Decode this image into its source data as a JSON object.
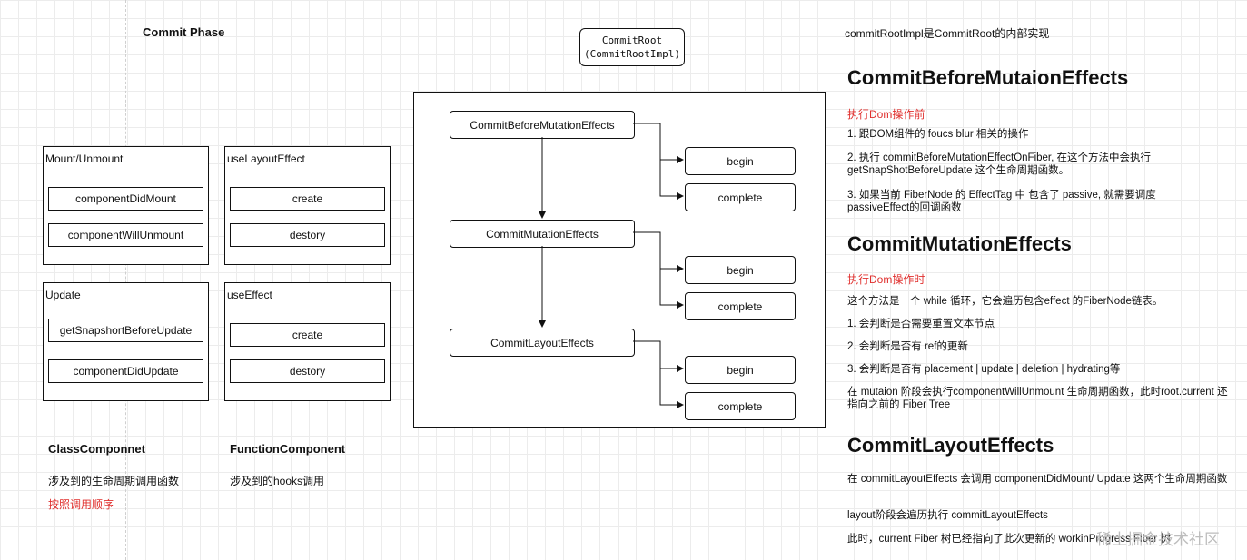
{
  "title": "Commit Phase",
  "root": {
    "line1": "CommitRoot",
    "line2": "(CommitRootImpl)"
  },
  "class_groups": {
    "mount": {
      "label": "Mount/Unmount",
      "items": [
        "componentDidMount",
        "componentWillUnmount"
      ]
    },
    "update": {
      "label": "Update",
      "items": [
        "getSnapshortBeforeUpdate",
        "componentDidUpdate"
      ]
    }
  },
  "function_groups": {
    "layout": {
      "label": "useLayoutEffect",
      "items": [
        "create",
        "destory"
      ]
    },
    "effect": {
      "label": "useEffect",
      "items": [
        "create",
        "destory"
      ]
    }
  },
  "phases": [
    {
      "label": "CommitBeforeMutationEffects",
      "begin": "begin",
      "complete": "complete"
    },
    {
      "label": "CommitMutationEffects",
      "begin": "begin",
      "complete": "complete"
    },
    {
      "label": "CommitLayoutEffects",
      "begin": "begin",
      "complete": "complete"
    }
  ],
  "class_caption": {
    "title": "ClassComponnet",
    "line1": "涉及到的生命周期调用函数",
    "line2": "按照调用顺序"
  },
  "function_caption": {
    "title": "FunctionComponent",
    "line1": "涉及到的hooks调用"
  },
  "notes": {
    "intro": "commitRootImpl是CommitRoot的内部实现",
    "before": {
      "heading": "CommitBeforeMutaionEffects",
      "tag": "执行Dom操作前",
      "p1": "1. 跟DOM组件的 foucs blur 相关的操作",
      "p2": "2. 执行 commitBeforeMutationEffectOnFiber, 在这个方法中会执行 getSnapShotBeforeUpdate 这个生命周期函数。",
      "p3": "3. 如果当前 FiberNode 的 EffectTag 中 包含了 passive, 就需要调度 passiveEffect的回调函数"
    },
    "mutation": {
      "heading": "CommitMutationEffects",
      "tag": "执行Dom操作时",
      "p1": "这个方法是一个 while 循环，它会遍历包含effect 的FiberNode链表。",
      "p2": "1. 会判断是否需要重置文本节点",
      "p3": "2. 会判断是否有 ref的更新",
      "p4": "3. 会判断是否有 placement | update | deletion | hydrating等",
      "p5": "在 mutaion 阶段会执行componentWillUnmount 生命周期函数，此时root.current 还指向之前的 Fiber Tree"
    },
    "layout": {
      "heading": "CommitLayoutEffects",
      "p1": "在 commitLayoutEffects 会调用 componentDidMount/ Update 这两个生命周期函数",
      "p2": "layout阶段会遍历执行 commitLayoutEffects",
      "p3": "此时，current Fiber 树已经指向了此次更新的 workinProgress Fiber 树"
    }
  },
  "watermark": "稀土掘金技术社区"
}
